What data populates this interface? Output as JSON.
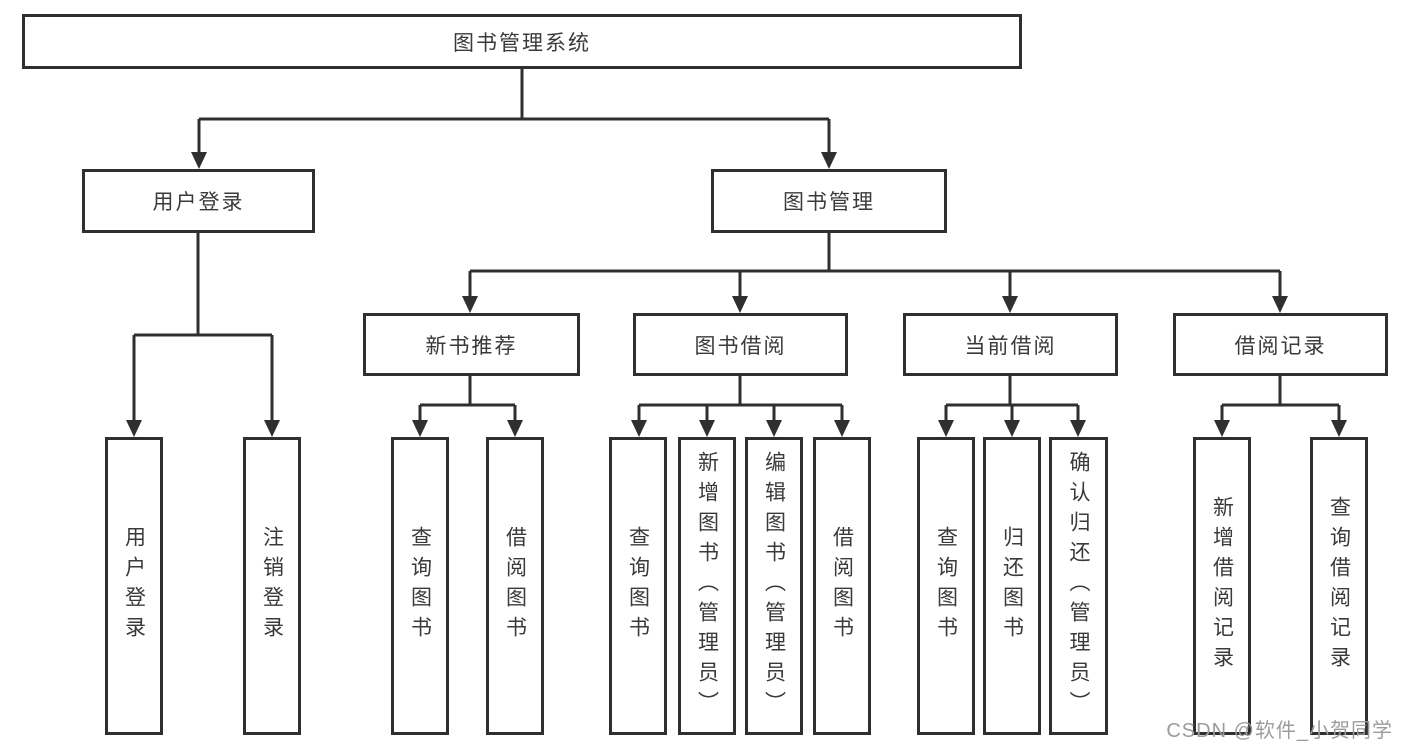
{
  "diagram": {
    "title": "图书管理系统",
    "root": {
      "label": "图书管理系统"
    },
    "level2": [
      {
        "label": "用户登录"
      },
      {
        "label": "图书管理"
      }
    ],
    "level3": [
      {
        "label": "新书推荐"
      },
      {
        "label": "图书借阅"
      },
      {
        "label": "当前借阅"
      },
      {
        "label": "借阅记录"
      }
    ],
    "leaves": {
      "user": [
        "用户登录",
        "注销登录"
      ],
      "recommend": [
        "查询图书",
        "借阅图书"
      ],
      "borrow": [
        "查询图书",
        "新增图书（管理员）",
        "编辑图书（管理员）",
        "借阅图书"
      ],
      "current": [
        "查询图书",
        "归还图书",
        "确认归还（管理员）"
      ],
      "records": [
        "新增借阅记录",
        "查询借阅记录"
      ]
    }
  },
  "watermark": "CSDN @软件_小贺同学",
  "colors": {
    "line": "#2f2f2f",
    "text": "#3a3a3a",
    "watermark": "#9c9c9c",
    "background": "#ffffff"
  }
}
